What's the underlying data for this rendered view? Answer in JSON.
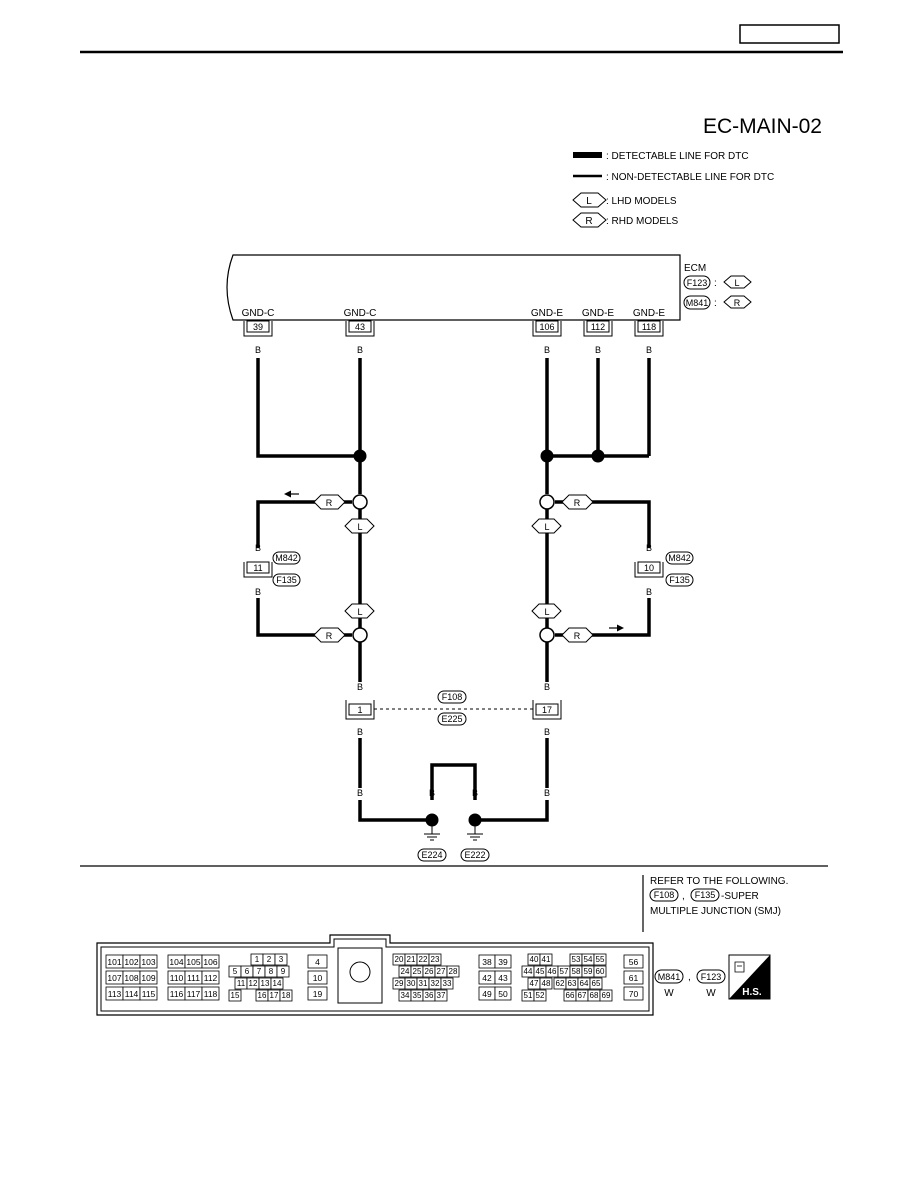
{
  "header": {
    "title": "EC-MAIN-02"
  },
  "legend": {
    "detectable": ": DETECTABLE LINE FOR DTC",
    "non_detectable": ": NON-DETECTABLE LINE FOR  DTC",
    "lhd_tag": "L",
    "lhd_text": ": LHD MODELS",
    "rhd_tag": "R",
    "rhd_text": ": RHD MODELS"
  },
  "ecm": {
    "label": "ECM",
    "connector_lhd": "F123",
    "connector_rhd": "M841",
    "sep": ":",
    "tag_l": "L",
    "tag_r": "R",
    "pins": [
      {
        "name": "GND-C",
        "num": "39",
        "wire": "B"
      },
      {
        "name": "GND-C",
        "num": "43",
        "wire": "B"
      },
      {
        "name": "GND-E",
        "num": "106",
        "wire": "B"
      },
      {
        "name": "GND-E",
        "num": "112",
        "wire": "B"
      },
      {
        "name": "GND-E",
        "num": "118",
        "wire": "B"
      }
    ]
  },
  "tags": {
    "r": "R",
    "l": "L"
  },
  "side_connectors": {
    "left": {
      "pin": "11",
      "top_conn": "M842",
      "bottom_conn": "F135",
      "wire_top": "B",
      "wire_bottom": "B"
    },
    "right": {
      "pin": "10",
      "top_conn": "M842",
      "bottom_conn": "F135",
      "wire_top": "B",
      "wire_bottom": "B"
    }
  },
  "junction": {
    "left_pin": "1",
    "right_pin": "17",
    "conn_top": "F108",
    "conn_bottom": "E225",
    "wire": "B"
  },
  "grounds": {
    "left": "E224",
    "right": "E222",
    "wire": "B"
  },
  "refer": {
    "line1": "REFER TO THE FOLLOWING.",
    "conn1": "F108",
    "comma": ",",
    "conn2": "F135",
    "suffix": "-SUPER",
    "line3": "MULTIPLE JUNCTION (SMJ)"
  },
  "connector_face": {
    "groups": [
      {
        "rows": [
          [
            "101",
            "102",
            "103"
          ],
          [
            "107",
            "108",
            "109"
          ],
          [
            "113",
            "114",
            "115"
          ]
        ]
      },
      {
        "rows": [
          [
            "104",
            "105",
            "106"
          ],
          [
            "110",
            "111",
            "112"
          ],
          [
            "116",
            "117",
            "118"
          ]
        ]
      },
      {
        "rows": [
          [
            "1",
            "2",
            "3"
          ],
          [
            "5",
            "6",
            "7",
            "8",
            "9"
          ],
          [
            "11",
            "12",
            "13",
            "14"
          ],
          [
            "15",
            "16",
            "17",
            "18"
          ]
        ]
      },
      {
        "rows": [
          [
            "4"
          ],
          [
            "10"
          ],
          [
            "19"
          ]
        ]
      },
      {
        "rows": [
          [
            "20",
            "21",
            "22",
            "23"
          ],
          [
            "24",
            "25",
            "26",
            "27",
            "28"
          ],
          [
            "29",
            "30",
            "31",
            "32",
            "33"
          ],
          [
            "34",
            "35",
            "36",
            "37"
          ]
        ]
      },
      {
        "rows": [
          [
            "38",
            "39"
          ],
          [
            "42",
            "43"
          ],
          [
            "49",
            "50"
          ]
        ]
      },
      {
        "rows": [
          [
            "40",
            "41",
            "53",
            "54",
            "55"
          ],
          [
            "44",
            "45",
            "46",
            "57",
            "58",
            "59",
            "60"
          ],
          [
            "47",
            "48",
            "62",
            "63",
            "64",
            "65"
          ],
          [
            "51",
            "52",
            "66",
            "67",
            "68",
            "69"
          ]
        ]
      },
      {
        "rows": [
          [
            "56"
          ],
          [
            "61"
          ],
          [
            "70"
          ]
        ]
      }
    ],
    "id_conn1": "M841",
    "id_conn2": "F123",
    "comma": ",",
    "color1": "W",
    "color2": "W",
    "hs_label": "H.S."
  }
}
